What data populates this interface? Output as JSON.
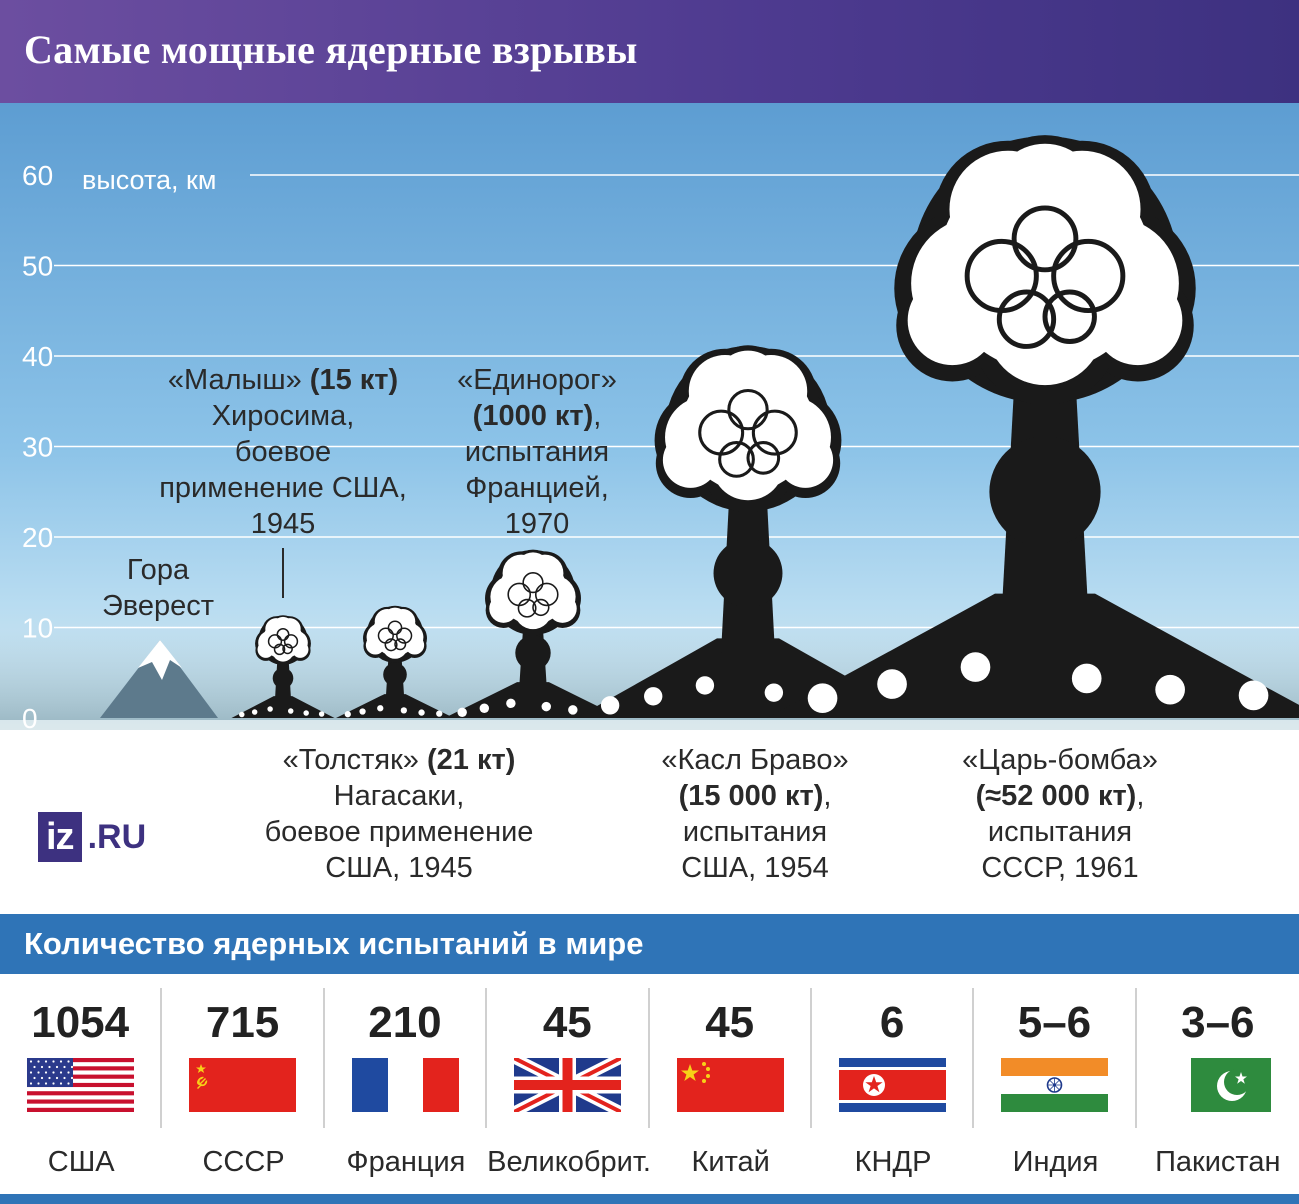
{
  "title": "Самые мощные ядерные взрывы",
  "chart_data": {
    "type": "scale-illustration",
    "ylabel": "высота, км",
    "yticks": [
      0,
      10,
      20,
      30,
      40,
      50,
      60
    ],
    "ylim": [
      0,
      60
    ],
    "grid": true,
    "items": [
      {
        "name": "Гора Эверест",
        "height_km": 8.8
      },
      {
        "name": "«Малыш»",
        "yield": "15 кт",
        "height_km": 11
      },
      {
        "name": "«Толстяк»",
        "yield": "21 кт",
        "height_km": 12
      },
      {
        "name": "«Единорог»",
        "yield": "1000 кт",
        "height_km": 18
      },
      {
        "name": "«Касл Браво»",
        "yield": "15 000 кт",
        "height_km": 40
      },
      {
        "name": "«Царь-бомба»",
        "yield": "≈52 000 кт",
        "height_km": 64
      }
    ]
  },
  "labels": {
    "everest_line1": "Гора",
    "everest_line2": "Эверест",
    "malysh_name": "«Малыш» ",
    "malysh_yield": "(15 кт)",
    "malysh_line2": "Хиросима,",
    "malysh_line3": "боевое",
    "malysh_line4": "применение США,",
    "malysh_line5": "1945",
    "edinorog_name": "«Единорог»",
    "edinorog_yield": "(1000 кт)",
    "edinorog_comma": ",",
    "edinorog_line3": "испытания",
    "edinorog_line4": "Францией,",
    "edinorog_line5": "1970",
    "tolstyak_name": "«Толстяк» ",
    "tolstyak_yield": "(21 кт)",
    "tolstyak_line2": "Нагасаки,",
    "tolstyak_line3": "боевое применение",
    "tolstyak_line4": "США, 1945",
    "kasl_name": "«Касл Браво»",
    "kasl_yield": "(15 000 кт)",
    "kasl_comma": ",",
    "kasl_line3": "испытания",
    "kasl_line4": "США, 1954",
    "tsar_name": "«Царь-бомба»",
    "tsar_yield": "(≈52 000 кт)",
    "tsar_comma": ",",
    "tsar_line3": "испытания",
    "tsar_line4": "СССР, 1961"
  },
  "logo": {
    "iz": "iz",
    "ru": ".RU"
  },
  "tests_title": "Количество ядерных испытаний в мире",
  "tests": [
    {
      "count": "1054",
      "country": "США",
      "flag": "usa-flag"
    },
    {
      "count": "715",
      "country": "СССР",
      "flag": "ussr-flag"
    },
    {
      "count": "210",
      "country": "Франция",
      "flag": "france-flag"
    },
    {
      "count": "45",
      "country": "Великобрит.",
      "flag": "uk-flag"
    },
    {
      "count": "45",
      "country": "Китай",
      "flag": "china-flag"
    },
    {
      "count": "6",
      "country": "КНДР",
      "flag": "dprk-flag"
    },
    {
      "count": "5–6",
      "country": "Индия",
      "flag": "india-flag"
    },
    {
      "count": "3–6",
      "country": "Пакистан",
      "flag": "pakistan-flag"
    }
  ],
  "colors": {
    "header": "#4d3a8f",
    "band": "#2f74b7",
    "sky_top": "#5d9dd2",
    "sky_bottom": "#c9e4f3",
    "cloud": "#1a1a1a"
  }
}
